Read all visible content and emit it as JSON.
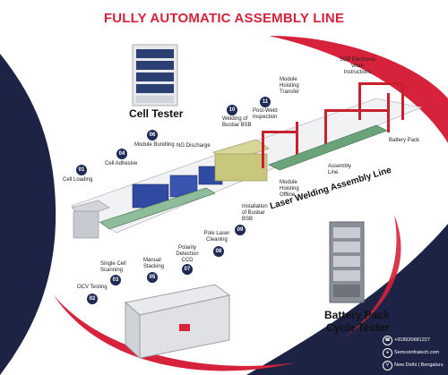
{
  "title": "FULLY AUTOMATIC ASSEMBLY LINE",
  "cell_tester_label": "Cell Tester",
  "battery_cycle_label_1": "Battery Pack",
  "battery_cycle_label_2": "Cycle Tester",
  "laser_welding_label": "Laser Welding Assembly Line",
  "steps": {
    "s01": {
      "num": "01",
      "label": "Cell Loading"
    },
    "s02": {
      "num": "02",
      "label": "OCV Testing"
    },
    "s03": {
      "num": "03",
      "label": "Single Cell Scanning"
    },
    "s04": {
      "num": "04",
      "label": "Cell Adhesive"
    },
    "s05": {
      "num": "05",
      "label": "Manual Stacking"
    },
    "s06": {
      "num": "06",
      "label": "Module Bundling"
    },
    "s07": {
      "num": "07",
      "label": "Polarity Detection CCD"
    },
    "s08": {
      "num": "08",
      "label": "Pole Laser Cleaning"
    },
    "s09": {
      "num": "09",
      "label": "Installation of Busbar BSB"
    },
    "s10": {
      "num": "10",
      "label": "Welding of Busbar BSB"
    },
    "s11": {
      "num": "11",
      "label": "Post-Weld Inspection"
    }
  },
  "other_labels": {
    "ng_discharge": "NG Discharge",
    "module_hoisting_transfer": "Module Hoisting Transfer",
    "sop": "SOP Electronic Work Instructions",
    "battery_pack": "Battery Pack",
    "assembly_line": "Assembly Line",
    "module_hoisting_offline": "Module Hoisting Offline"
  },
  "contact": {
    "phone": "+918920681227",
    "email": "Semcoinfratech.com",
    "location": "New Delhi | Bengaluru"
  },
  "colors": {
    "accent_red": "#d6223a",
    "navy": "#1f2a57",
    "dark_swoosh": "#1d2344"
  }
}
